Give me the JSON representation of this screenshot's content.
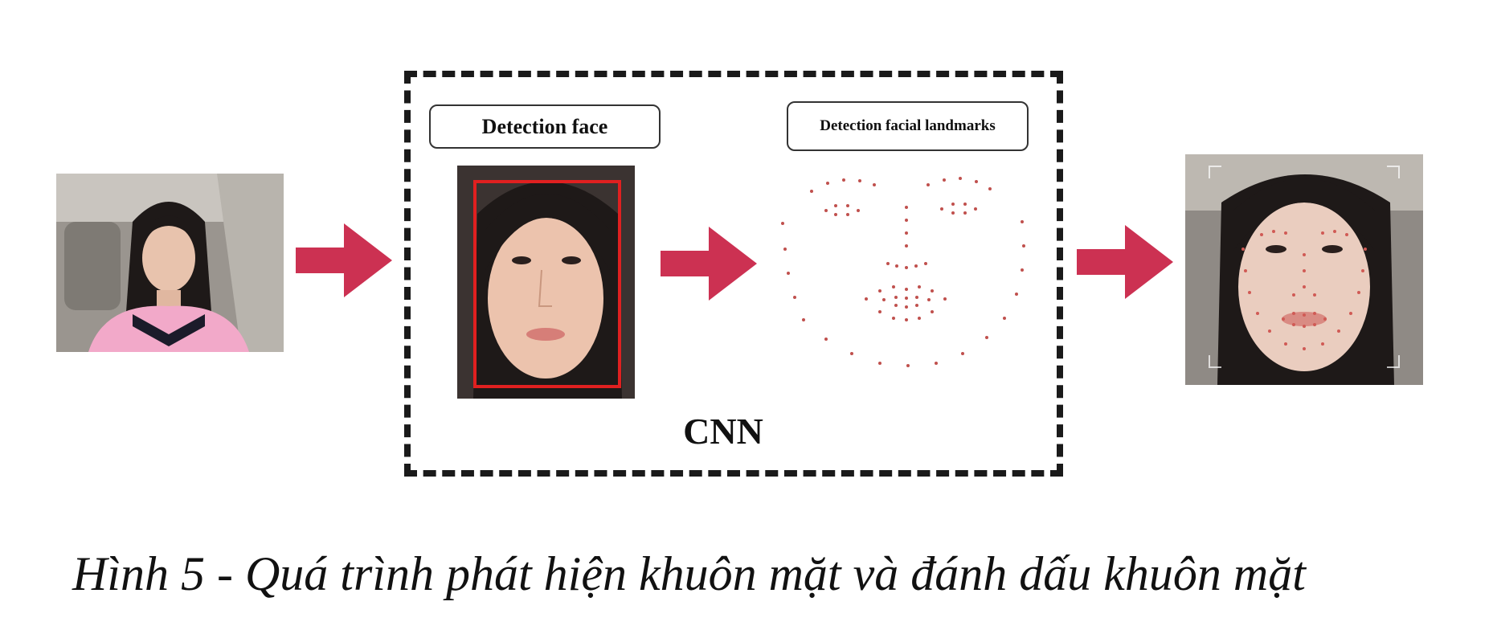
{
  "diagram": {
    "labels": {
      "detection_face": "Detection face",
      "detection_landmarks": "Detection facial landmarks",
      "cnn": "CNN"
    },
    "caption": "Hình 5 - Quá trình phát hiện khuôn mặt và đánh dấu khuôn mặt"
  },
  "colors": {
    "arrow": "#cc3152",
    "bbox": "#e02020",
    "landmark": "#c0504d"
  }
}
